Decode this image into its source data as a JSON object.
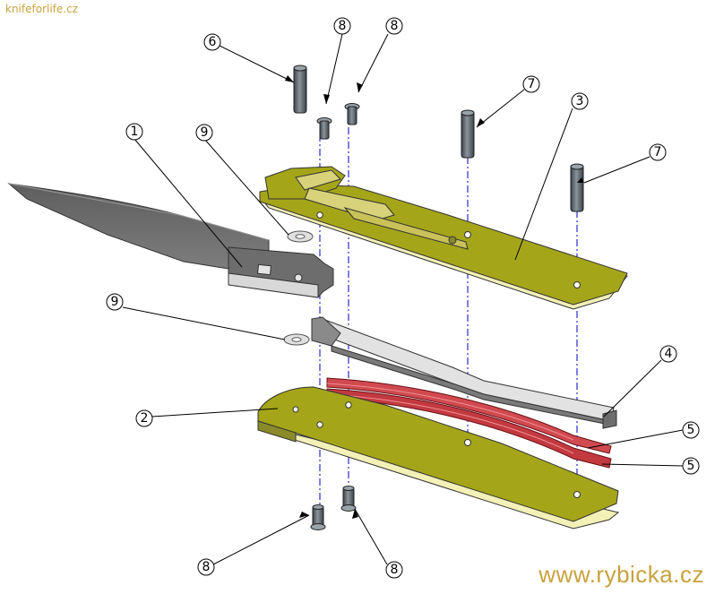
{
  "watermark_top": "knifeforlife.cz",
  "watermark_bottom": "www.rybicka.cz",
  "callouts": {
    "c1": "1",
    "c2": "2",
    "c3": "3",
    "c4": "4",
    "c5a": "5",
    "c5b": "5",
    "c6": "6",
    "c7a": "7",
    "c7b": "7",
    "c8a": "8",
    "c8b": "8",
    "c8c": "8",
    "c8d": "8",
    "c9a": "9",
    "c9b": "9"
  },
  "colors": {
    "liner": "#a5a51a",
    "liner_edge": "#f3f0b8",
    "blade": "#6b6b6b",
    "blade_light": "#d8d8d8",
    "spring": "#d04a50",
    "backspacer": "#8a8a8a",
    "pin": "#606870",
    "centerline": "#0000c0"
  }
}
